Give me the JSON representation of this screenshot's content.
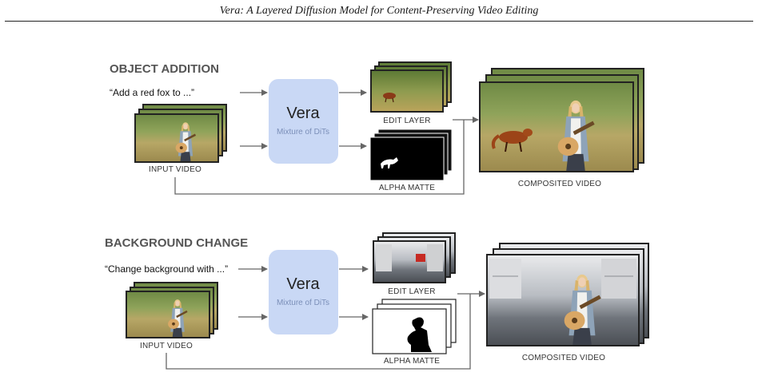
{
  "header": {
    "title": "Vera: A Layered Diffusion Model for Content-Preserving Video Editing"
  },
  "colors": {
    "model_box": "#c9d8f5",
    "arrow": "#666666",
    "title": "#555555"
  },
  "sections": [
    {
      "title": "OBJECT ADDITION",
      "prompt": "“Add a red fox to ...”",
      "model_name": "Vera",
      "model_sub": "Mixture of DiTs",
      "input_caption": "INPUT VIDEO",
      "edit_caption": "EDIT LAYER",
      "alpha_caption": "ALPHA MATTE",
      "composite_caption": "COMPOSITED VIDEO"
    },
    {
      "title": "BACKGROUND CHANGE",
      "prompt": "“Change background with ...”",
      "model_name": "Vera",
      "model_sub": "Mixture of DiTs",
      "input_caption": "INPUT VIDEO",
      "edit_caption": "EDIT LAYER",
      "alpha_caption": "ALPHA MATTE",
      "composite_caption": "COMPOSITED VIDEO"
    }
  ]
}
